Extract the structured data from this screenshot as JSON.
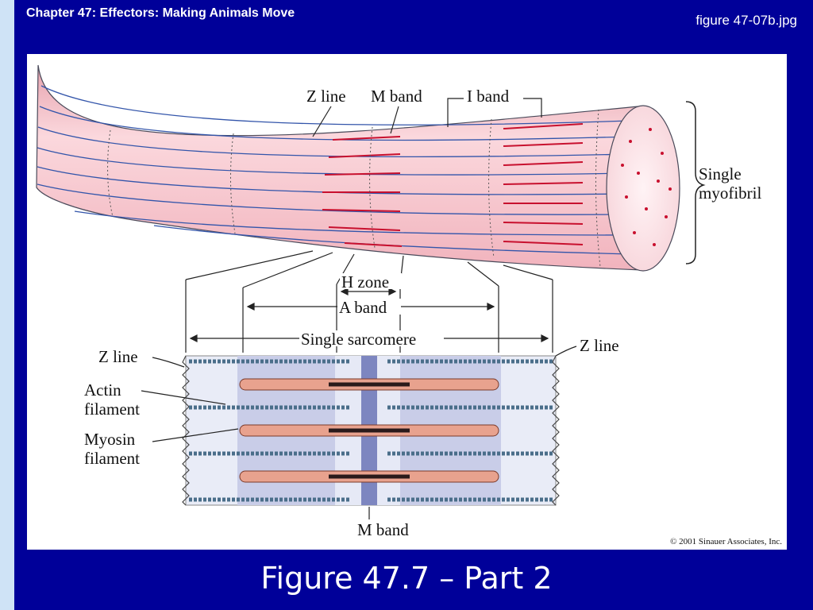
{
  "header": {
    "chapter_title": "Chapter 47: Effectors: Making Animals Move",
    "file_name": "figure 47-07b.jpg"
  },
  "figure": {
    "labels": {
      "z_line_top": "Z line",
      "m_band_top": "M band",
      "i_band": "I band",
      "single": "Single",
      "myofibril": "myofibril",
      "h_zone": "H zone",
      "a_band": "A band",
      "single_sarcomere": "Single sarcomere",
      "z_line_left": "Z line",
      "z_line_right": "Z line",
      "actin": "Actin",
      "actin_filament": "filament",
      "myosin": "Myosin",
      "myosin_filament": "filament",
      "m_band_bottom": "M band"
    },
    "copyright": "© 2001 Sinauer Associates, Inc.",
    "colors": {
      "myofibril_pink": "#f4bcc4",
      "actin_blue": "#3355aa",
      "myosin_red": "#c8102e",
      "a_band_tint": "#c9cde8",
      "m_band_stripe": "#7d86c0"
    }
  },
  "caption": "Figure 47.7 – Part 2"
}
